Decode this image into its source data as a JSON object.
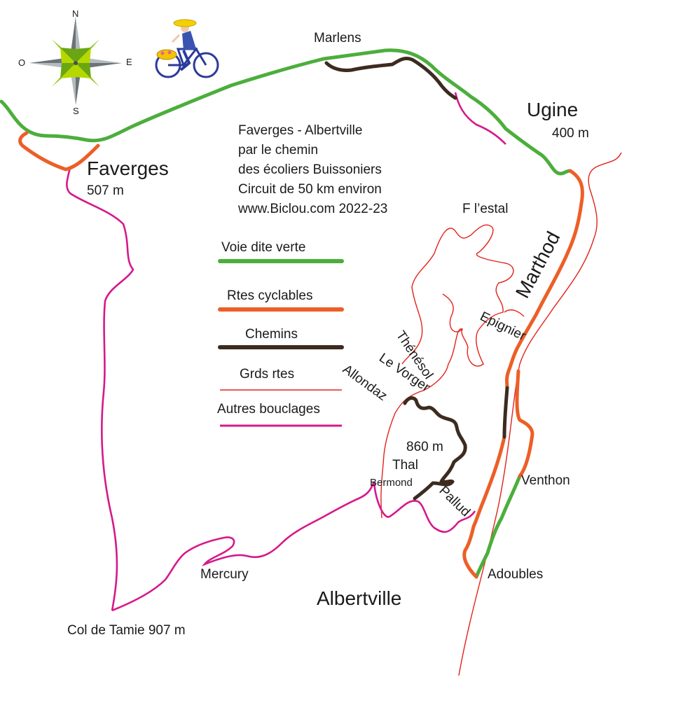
{
  "title_block": {
    "line1": "Faverges - Albertville",
    "line2": "par le chemin",
    "line3": "des écoliers Buissoniers",
    "line4": "Circuit de 50 km environ",
    "line5": "www.Biclou.com 2022-23"
  },
  "compass": {
    "north": "N",
    "south": "S",
    "east": "E",
    "west": "O"
  },
  "legend": [
    {
      "label": "Voie dite verte",
      "color": "#4cae3c",
      "kind": "thick"
    },
    {
      "label": "Rtes cyclables",
      "color": "#ec5f27",
      "kind": "thick"
    },
    {
      "label": "Chemins",
      "color": "#3d2b20",
      "kind": "thick"
    },
    {
      "label": "Grds rtes",
      "color": "#e2231a",
      "kind": "thin"
    },
    {
      "label": "Autres bouclages",
      "color": "#d6198a",
      "kind": "medium"
    }
  ],
  "places": {
    "marlens": "Marlens",
    "ugine": "Ugine",
    "ugine_alt": "400 m",
    "faverges": "Faverges",
    "faverges_alt": "507 m",
    "festal": "F l’estal",
    "marthod": "Marthod",
    "epignier": "Epignier",
    "thenesol": "Thénésol",
    "levorger": "Le Vorger",
    "allondaz": "Allondaz",
    "alt860": "860 m",
    "thal": "Thal",
    "bermond": "Bermond",
    "pallud": "Pallud",
    "venthon": "Venthon",
    "adoubles": "Adoubles",
    "mercury": "Mercury",
    "albertville": "Albertville",
    "col_tamie": "Col de Tamie 907 m"
  },
  "colors": {
    "voie_verte": "#4cae3c",
    "rtes_cyclables": "#ec5f27",
    "chemins": "#3d2b20",
    "grds_rtes": "#e2231a",
    "autres_bouclages": "#d6198a"
  }
}
